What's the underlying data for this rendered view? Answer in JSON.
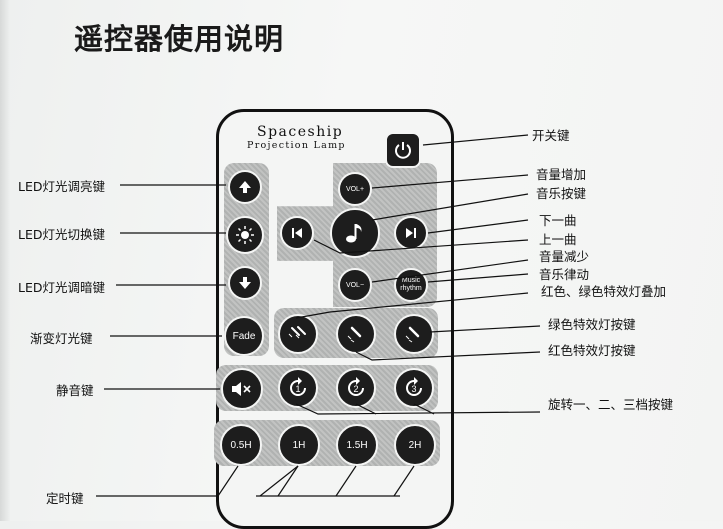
{
  "title": "遥控器使用说明",
  "remote": {
    "brand_line1": "Spaceship",
    "brand_line2": "Projection Lamp",
    "buttons": {
      "fade": "Fade",
      "vol_up": "VOL+",
      "vol_down": "VOL−",
      "music_rhythm_1": "Music",
      "music_rhythm_2": "rhythm",
      "timer_05": "0.5H",
      "timer_1": "1H",
      "timer_15": "1.5H",
      "timer_2": "2H",
      "rotate_1": "1",
      "rotate_2": "2",
      "rotate_3": "3"
    }
  },
  "callouts": {
    "left": {
      "led_brighten": "LED灯光调亮键",
      "led_switch": "LED灯光切换键",
      "led_dim": "LED灯光调暗键",
      "fade": "渐变灯光键",
      "mute": "静音键",
      "timer": "定时键"
    },
    "right": {
      "power": "开关键",
      "vol_up": "音量增加",
      "music": "音乐按键",
      "next": "下一曲",
      "prev": "上一曲",
      "vol_down": "音量减少",
      "rhythm": "音乐律动",
      "red_green_overlay": "红色、绿色特效灯叠加",
      "green_effect": "绿色特效灯按键",
      "red_effect": "红色特效灯按键",
      "rotate": "旋转一、二、三档按键"
    }
  }
}
